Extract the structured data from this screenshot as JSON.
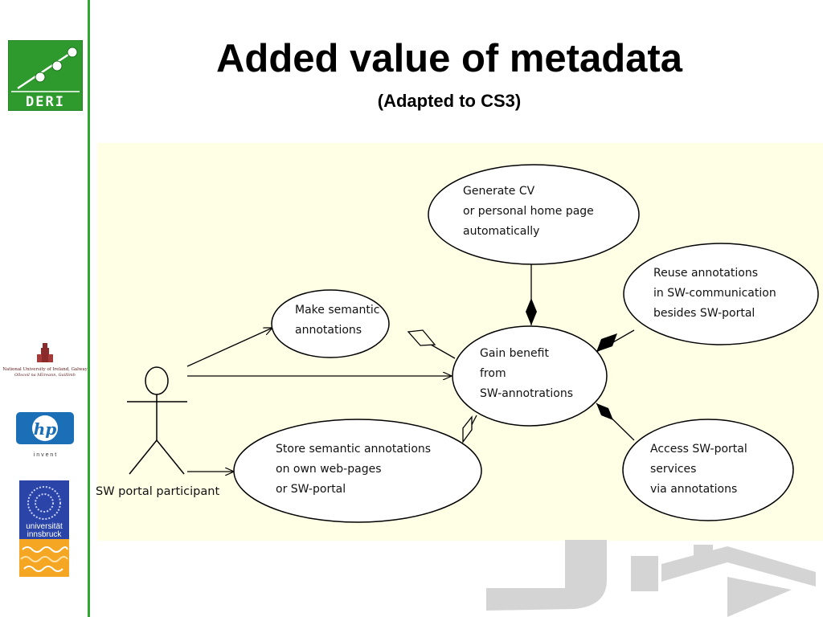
{
  "slide": {
    "title": "Added value of metadata",
    "subtitle": "(Adapted to CS3)"
  },
  "sidebar": {
    "deri_logo_text": "DERI",
    "galway_logo_line1": "National University of Ireland, Galway",
    "galway_logo_line2": "Ollscoil na hÉireann, Gaillimh",
    "hp_logo_text": "hp",
    "hp_tagline": "i n v e n t",
    "innsbruck_logo_line1": "universität",
    "innsbruck_logo_line2": "innsbruck"
  },
  "diagram": {
    "actor_label": "SW portal participant",
    "use_cases": {
      "generate_cv": [
        "Generate CV",
        "or personal home page",
        "automatically"
      ],
      "make_annotations": [
        "Make semantic",
        "annotations"
      ],
      "gain_benefit": [
        "Gain benefit",
        "from",
        "SW-annotrations"
      ],
      "reuse_annotations": [
        "Reuse annotations",
        "in SW-communication",
        "besides SW-portal"
      ],
      "store_annotations": [
        "Store semantic annotations",
        "on own web-pages",
        "or SW-portal"
      ],
      "access_portal": [
        "Access SW-portal",
        "services",
        "via annotations"
      ]
    }
  },
  "colors": {
    "accent_green": "#2ea82e",
    "diagram_background": "#ffffe6",
    "watermark_gray": "#d4d4d4"
  }
}
